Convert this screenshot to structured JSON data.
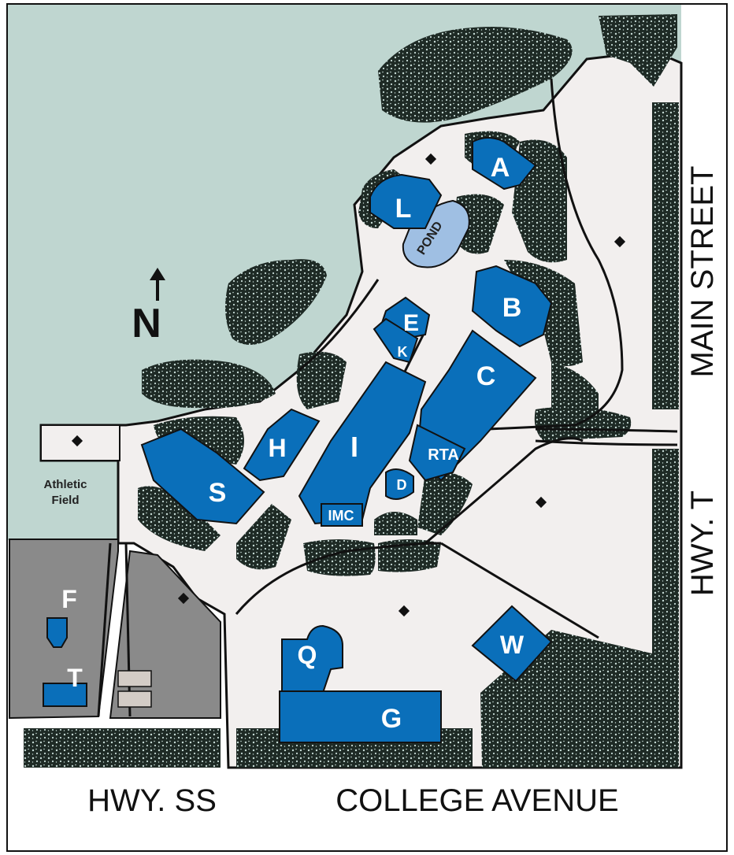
{
  "colors": {
    "water_field": "#bfd6d0",
    "paved": "#f2efee",
    "building": "#0a6fba",
    "pond": "#9fbfe3",
    "parking_dark": "#8a8a8a",
    "woods": "#1e2a25",
    "road_line": "#111111"
  },
  "north": {
    "letter": "N",
    "icon": "north-arrow-icon"
  },
  "buildings": {
    "A": "A",
    "L": "L",
    "B": "B",
    "E": "E",
    "K": "K",
    "C": "C",
    "H": "H",
    "I": "I",
    "RTA": "RTA",
    "S": "S",
    "D": "D",
    "IMC": "IMC",
    "Q": "Q",
    "G": "G",
    "W": "W",
    "F": "F",
    "T": "T"
  },
  "pond_label": "POND",
  "athletic_field": {
    "line1": "Athletic",
    "line2": "Field"
  },
  "streets": {
    "main_street": "MAIN STREET",
    "hwy_t": "HWY. T",
    "hwy_ss": "HWY. SS",
    "college_avenue": "COLLEGE AVENUE"
  }
}
